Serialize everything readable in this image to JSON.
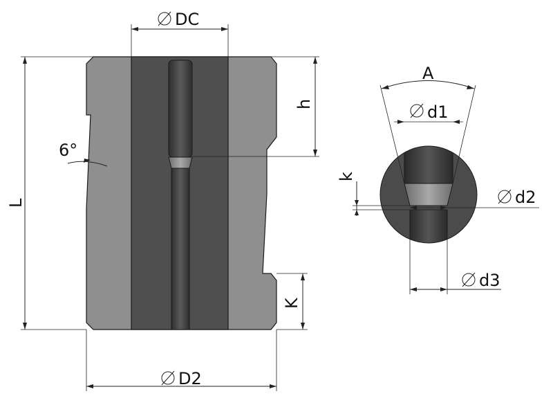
{
  "labels": {
    "dc": "DC",
    "d2_main": "D2",
    "l": "L",
    "h": "h",
    "k_upper": "K",
    "angle": "6°",
    "a": "A",
    "d1": "d1",
    "d2_detail": "d2",
    "d3": "d3",
    "k_lower": "k"
  },
  "colors": {
    "outer_body": "#8f8f8f",
    "inner_bore": "#4f4f4f",
    "channel": "#3c3c3c",
    "detail_circle": "#4b4b4b",
    "detail_bore_upper": "#333333",
    "detail_cone": "#8a8a8a",
    "detail_bore_lower": "#383838"
  }
}
